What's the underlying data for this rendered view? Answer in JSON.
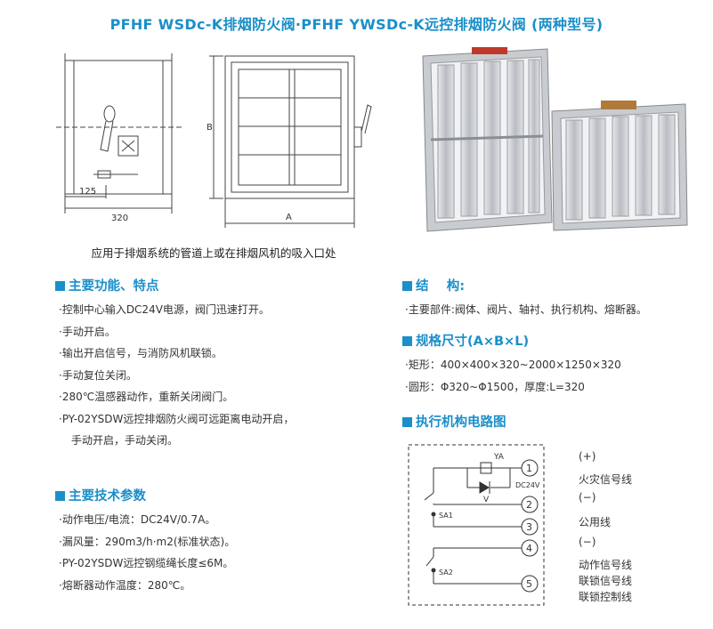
{
  "title": "PFHF WSDc-K排烟防火阀·PFHF YWSDc-K远控排烟防火阀 (两种型号)",
  "drawing": {
    "dims": {
      "d125": "125",
      "d320": "320",
      "dimA": "A",
      "dimB": "B"
    },
    "caption": "应用于排烟系统的管道上或在排烟风机的吸入口处"
  },
  "sections": {
    "features": {
      "heading": "主要功能、特点",
      "items": [
        "·控制中心输入DC24V电源，阀门迅速打开。",
        "·手动开启。",
        "·输出开启信号，与消防风机联锁。",
        "·手动复位关闭。",
        "·280℃温感器动作，重新关闭阀门。",
        "·PY-02YSDW远控排烟防火阀可远距离电动开启，",
        "手动开启，手动关闭。"
      ]
    },
    "tech": {
      "heading": "主要技术参数",
      "items": [
        "·动作电压/电流：DC24V/0.7A。",
        "·漏风量：290m3/h·m2(标准状态)。",
        "·PY-02YSDW远控钢缆绳长度≤6M。",
        "·熔断器动作温度：280℃。"
      ]
    },
    "structure": {
      "heading": "结    构:",
      "items": [
        "·主要部件:阀体、阀片、轴衬、执行机构、熔断器。"
      ]
    },
    "spec": {
      "heading": "规格尺寸(A×B×L)",
      "items": [
        "·矩形：400×400×320~2000×1250×320",
        "·圆形：Φ320~Φ1500，厚度:L=320"
      ]
    },
    "circuit": {
      "heading": "执行机构电路图",
      "ya": "YA",
      "v": "V",
      "dc": "DC24V",
      "sa1": "SA1",
      "sa2": "SA2",
      "terminals": [
        "1",
        "2",
        "3",
        "4",
        "5"
      ],
      "labels": [
        "(+)",
        "火灾信号线",
        "(−)",
        "公用线",
        "(−)",
        "动作信号线",
        "联锁信号线",
        "联锁控制线"
      ]
    }
  }
}
